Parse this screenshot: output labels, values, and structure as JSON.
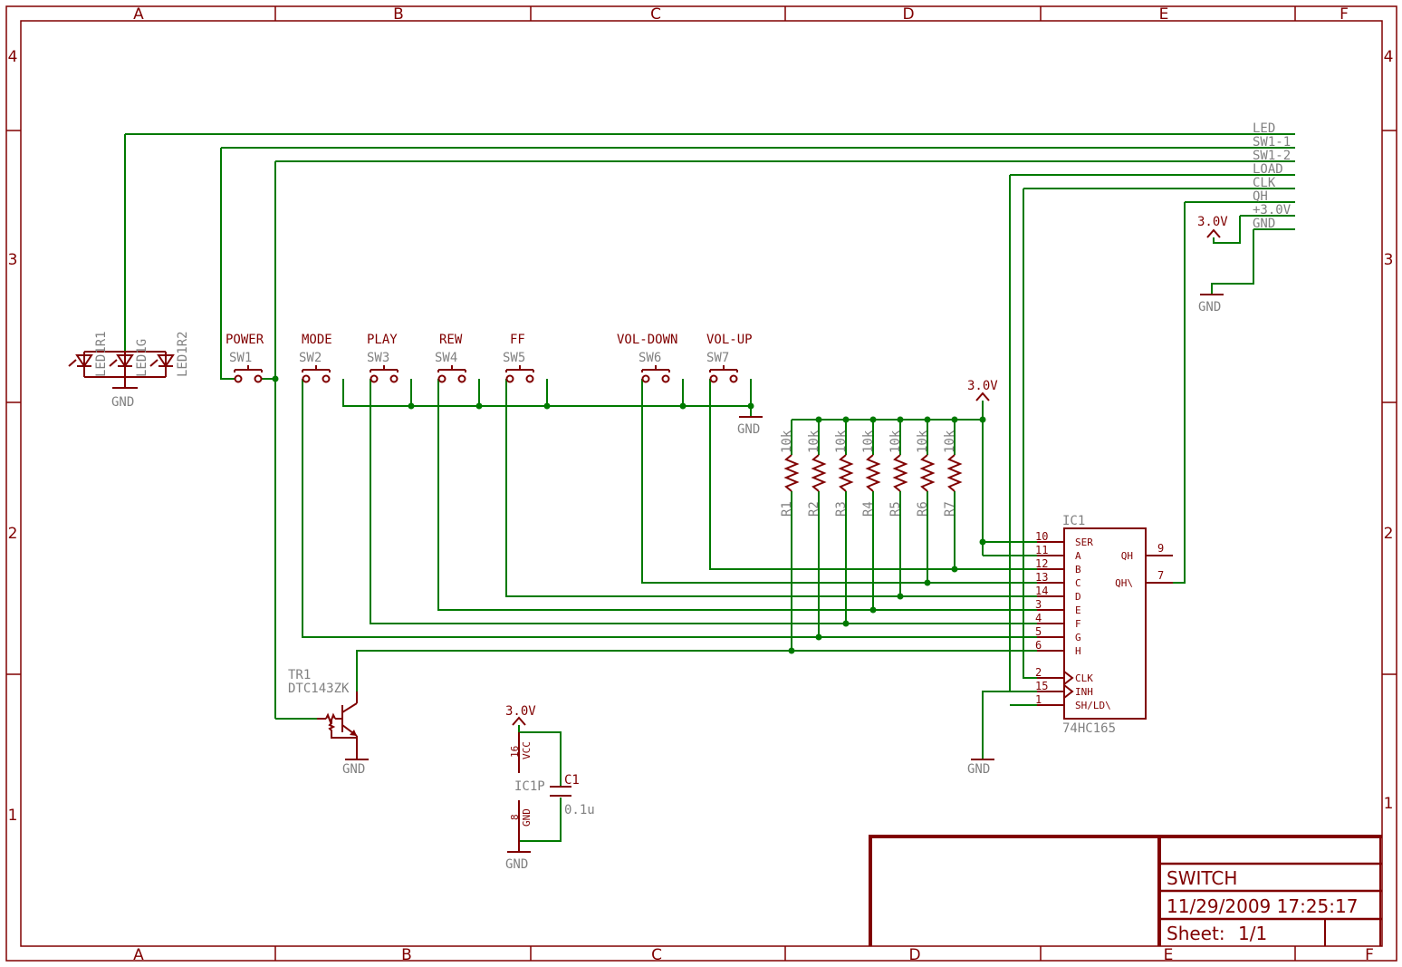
{
  "grid": {
    "columns": [
      "A",
      "B",
      "C",
      "D",
      "E",
      "F"
    ],
    "rows": [
      "4",
      "3",
      "2",
      "1"
    ]
  },
  "signals": [
    "LED",
    "SW1-1",
    "SW1-2",
    "LOAD",
    "CLK",
    "QH",
    "+3.0V",
    "GND"
  ],
  "switches": [
    {
      "name": "SW1",
      "value": "POWER"
    },
    {
      "name": "SW2",
      "value": "MODE"
    },
    {
      "name": "SW3",
      "value": "PLAY"
    },
    {
      "name": "SW4",
      "value": "REW"
    },
    {
      "name": "SW5",
      "value": "FF"
    },
    {
      "name": "SW6",
      "value": "VOL-DOWN"
    },
    {
      "name": "SW7",
      "value": "VOL-UP"
    }
  ],
  "leds": [
    "LED1R1",
    "LED1G",
    "LED1R2"
  ],
  "resistors": [
    {
      "name": "R1",
      "value": "10k"
    },
    {
      "name": "R2",
      "value": "10k"
    },
    {
      "name": "R3",
      "value": "10k"
    },
    {
      "name": "R4",
      "value": "10k"
    },
    {
      "name": "R5",
      "value": "10k"
    },
    {
      "name": "R6",
      "value": "10k"
    },
    {
      "name": "R7",
      "value": "10k"
    }
  ],
  "ic": {
    "name": "IC1",
    "value": "74HC165",
    "left_pins": [
      {
        "num": "10",
        "label": "SER"
      },
      {
        "num": "11",
        "label": "A"
      },
      {
        "num": "12",
        "label": "B"
      },
      {
        "num": "13",
        "label": "C"
      },
      {
        "num": "14",
        "label": "D"
      },
      {
        "num": "3",
        "label": "E"
      },
      {
        "num": "4",
        "label": "F"
      },
      {
        "num": "5",
        "label": "G"
      },
      {
        "num": "6",
        "label": "H"
      },
      {
        "num": "2",
        "label": "CLK"
      },
      {
        "num": "15",
        "label": "INH"
      },
      {
        "num": "1",
        "label": "SH/LD\\"
      }
    ],
    "right_pins": [
      {
        "num": "9",
        "label": "QH"
      },
      {
        "num": "7",
        "label": "QH\\"
      }
    ]
  },
  "transistor": {
    "name": "TR1",
    "value": "DTC143ZK"
  },
  "power_part": {
    "name": "IC1P",
    "vcc_pin": "16",
    "vcc_label": "VCC",
    "gnd_pin": "8",
    "gnd_label": "GND"
  },
  "capacitor": {
    "name": "C1",
    "value": "0.1u"
  },
  "supply_label": "3.0V",
  "gnd_label": "GND",
  "title_block": {
    "title": "SWITCH",
    "date": "11/29/2009 17:25:17",
    "sheet_label": "Sheet:",
    "sheet_value": "1/1"
  }
}
